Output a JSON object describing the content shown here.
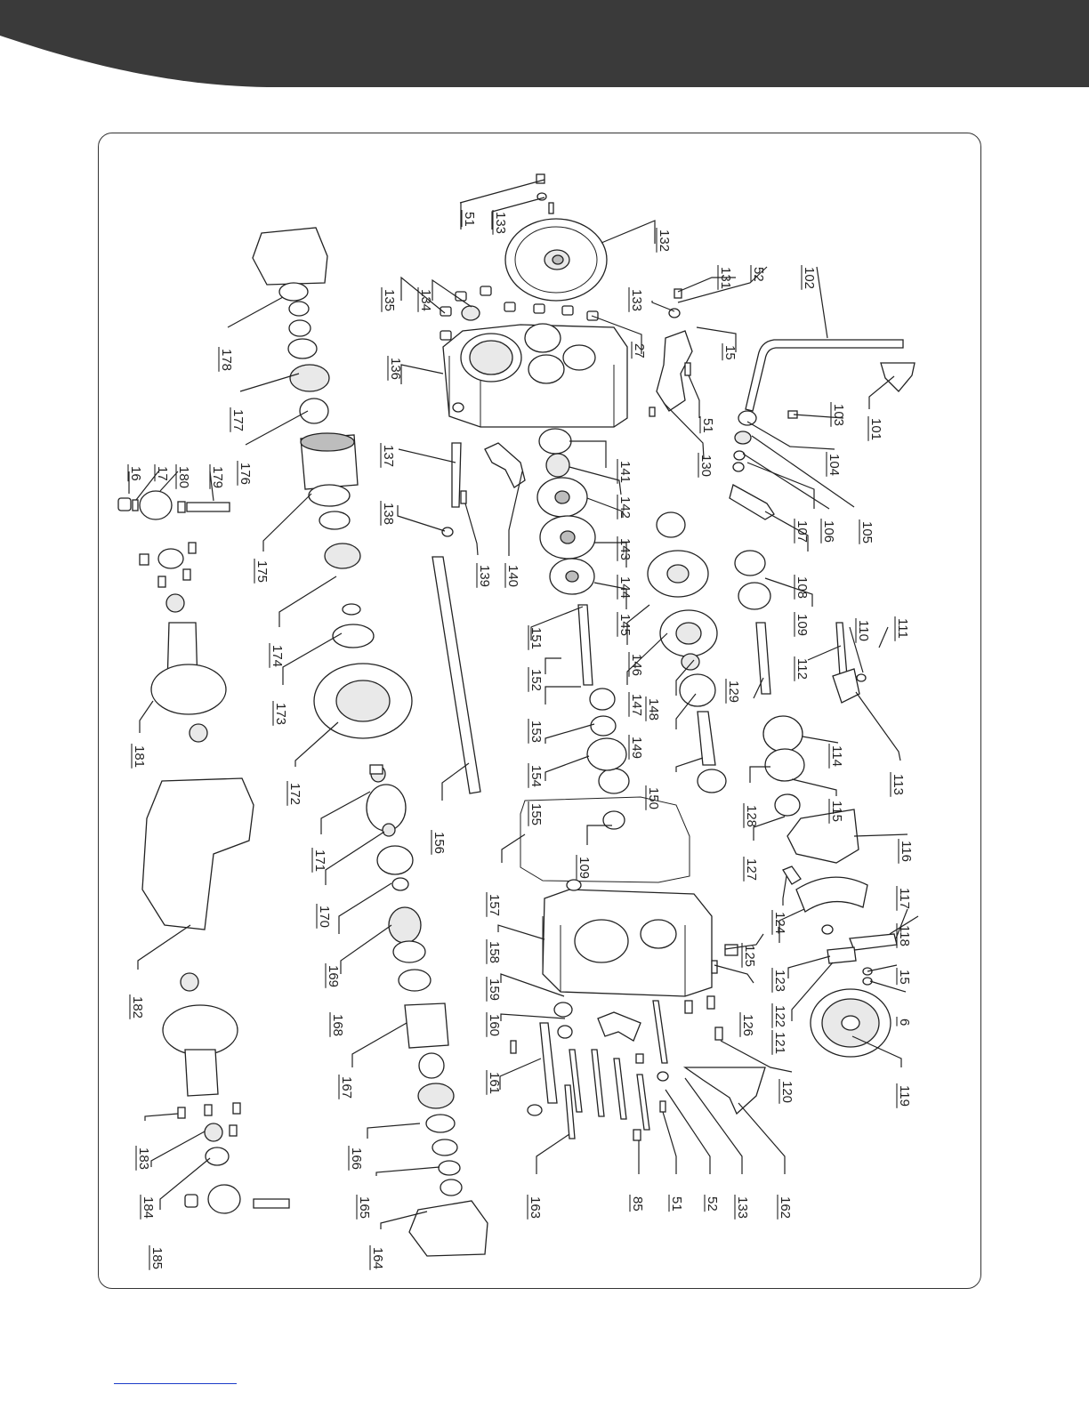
{
  "colors": {
    "banner": "#3a3a3a",
    "frame": "#333333",
    "footer_rule": "#1a3cc8",
    "ink": "#222222"
  },
  "labels": [
    "51",
    "133",
    "132",
    "135",
    "134",
    "131",
    "52",
    "102",
    "133",
    "27",
    "15",
    "136",
    "101",
    "103",
    "51",
    "130",
    "104",
    "16",
    "17",
    "180",
    "179",
    "178",
    "177",
    "176",
    "137",
    "141",
    "142",
    "107",
    "106",
    "105",
    "138",
    "143",
    "175",
    "139",
    "140",
    "144",
    "108",
    "145",
    "109",
    "111",
    "151",
    "110",
    "174",
    "146",
    "152",
    "112",
    "147",
    "129",
    "173",
    "181",
    "148",
    "153",
    "113",
    "149",
    "114",
    "172",
    "154",
    "155",
    "150",
    "115",
    "128",
    "156",
    "127",
    "116",
    "171",
    "109",
    "157",
    "117",
    "170",
    "124",
    "118",
    "169",
    "158",
    "125",
    "123",
    "15",
    "159",
    "122",
    "126",
    "182",
    "168",
    "160",
    "121",
    "6",
    "167",
    "161",
    "120",
    "119",
    "183",
    "166",
    "163",
    "85",
    "51",
    "52",
    "133",
    "162",
    "184",
    "165",
    "185",
    "164"
  ]
}
